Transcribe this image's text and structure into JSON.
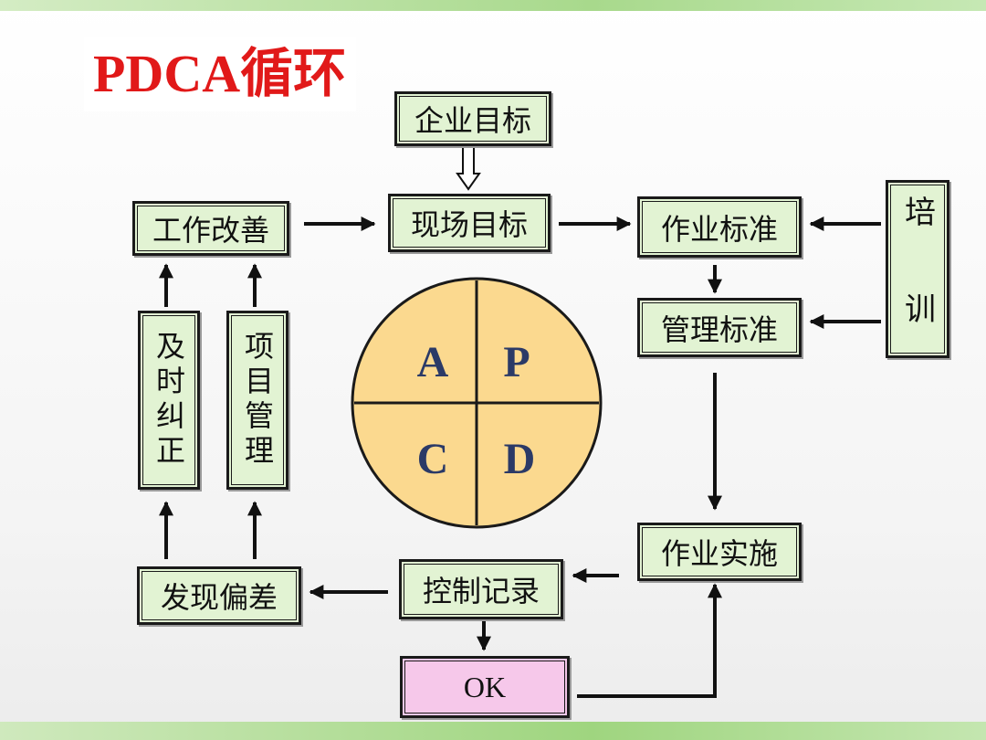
{
  "title": "PDCA循环",
  "boxes": {
    "enterprise_goal": "企业目标",
    "site_goal": "现场目标",
    "work_improvement": "工作改善",
    "work_standard": "作业标准",
    "management_standard": "管理标准",
    "training_1": "培",
    "training_2": "训",
    "timely_correction": "及时纠正",
    "project_management": "项目管理",
    "work_implementation": "作业实施",
    "control_record": "控制记录",
    "find_deviation": "发现偏差",
    "ok": "OK"
  },
  "wheel": {
    "quadrants": [
      "A",
      "P",
      "C",
      "D"
    ],
    "fill_color": "#fbd98f",
    "stroke_color": "#1a1a1a"
  },
  "colors": {
    "title": "#e11919",
    "box_fill": "#e2f3d3",
    "ok_fill": "#f6c8ea",
    "top_band": "#a8d98c",
    "bottom_band": "#9fd57f"
  }
}
